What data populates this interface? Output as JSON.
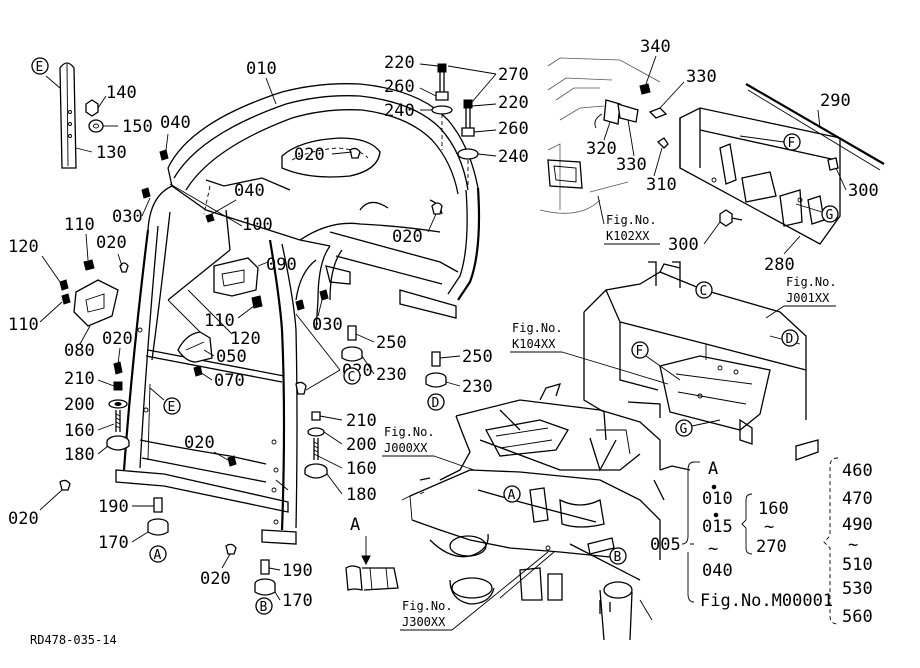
{
  "parts": {
    "p010": "010",
    "p020": "020",
    "p030": "030",
    "p040": "040",
    "p050": "050",
    "p070": "070",
    "p080": "080",
    "p090": "090",
    "p100": "100",
    "p110": "110",
    "p120": "120",
    "p130": "130",
    "p140": "140",
    "p150": "150",
    "p160": "160",
    "p170": "170",
    "p180": "180",
    "p190": "190",
    "p200": "200",
    "p210": "210",
    "p220": "220",
    "p230": "230",
    "p240": "240",
    "p250": "250",
    "p260": "260",
    "p270": "270",
    "p280": "280",
    "p290": "290",
    "p300": "300",
    "p310": "310",
    "p320": "320",
    "p330": "330",
    "p340": "340"
  },
  "circle_refs": {
    "A": "A",
    "B": "B",
    "C": "C",
    "D": "D",
    "E": "E",
    "F": "F",
    "G": "G"
  },
  "figure_refs": {
    "label": "Fig.No.",
    "k102": "K102XX",
    "j001": "J001XX",
    "k104": "K104XX",
    "j000": "J000XX",
    "j300": "J300XX"
  },
  "detail_a": {
    "label": "A"
  },
  "legend": {
    "assembly": "005",
    "col1": [
      "A",
      "010",
      "015",
      "~",
      "040"
    ],
    "col2": [
      "160",
      "~",
      "270"
    ],
    "col3": [
      "460",
      "470",
      "490",
      "~",
      "510",
      "530",
      "560"
    ],
    "fig_ref": "Fig.No.M00001"
  },
  "drawing_code": "RD478-035-14"
}
